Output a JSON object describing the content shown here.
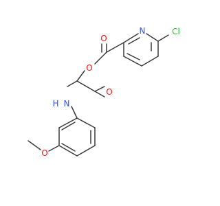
{
  "molecule": {
    "colors": {
      "bond": "#3a3a3a",
      "carbon": "#3a3a3a",
      "oxygen": "#ff0d0d",
      "nitrogen": "#3050f8",
      "chlorine": "#1fc71f"
    },
    "atoms": {
      "ring_n": "N",
      "cl": "Cl",
      "carbonyl_o1": "O",
      "ester_o": "O",
      "carbonyl_o2": "O",
      "nh_n": "N",
      "nh_h": "H",
      "methoxy_o": "O"
    }
  }
}
